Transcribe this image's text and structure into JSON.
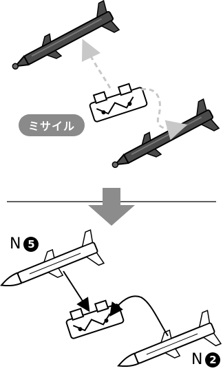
{
  "labels": {
    "missile_badge": "ミサイル",
    "part_top": {
      "letter": "N",
      "number": "5"
    },
    "part_bottom": {
      "letter": "N",
      "number": "2"
    }
  },
  "colors": {
    "missile_dark": "#4a4a4a",
    "missile_light": "#ffffff",
    "badge_gray": "#8a8a8a",
    "dashed_arrow": "#c8c8c8",
    "step_arrow": "#8c8c8c"
  }
}
